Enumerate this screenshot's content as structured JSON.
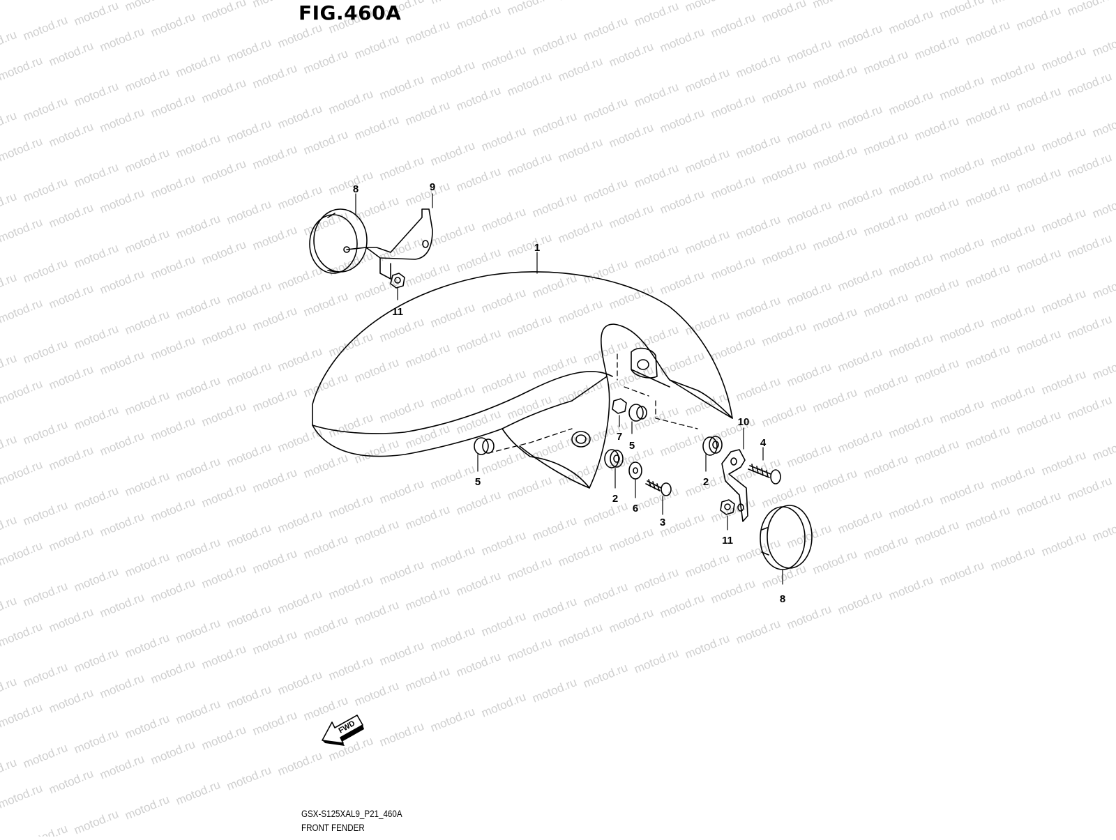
{
  "figure": {
    "title": "FIG.460A",
    "code": "GSX-S125XAL9_P21_460A",
    "name": "FRONT FENDER"
  },
  "watermark": {
    "text": "motod.ru",
    "color": "#cfcfcf"
  },
  "fwd_label": "FWD",
  "part_labels": [
    {
      "id": "1",
      "text": "1"
    },
    {
      "id": "2a",
      "text": "2"
    },
    {
      "id": "2b",
      "text": "2"
    },
    {
      "id": "3",
      "text": "3"
    },
    {
      "id": "4",
      "text": "4"
    },
    {
      "id": "5a",
      "text": "5"
    },
    {
      "id": "5b",
      "text": "5"
    },
    {
      "id": "6",
      "text": "6"
    },
    {
      "id": "7",
      "text": "7"
    },
    {
      "id": "8a",
      "text": "8"
    },
    {
      "id": "8b",
      "text": "8"
    },
    {
      "id": "9",
      "text": "9"
    },
    {
      "id": "10",
      "text": "10"
    },
    {
      "id": "11a",
      "text": "11"
    },
    {
      "id": "11b",
      "text": "11"
    }
  ]
}
